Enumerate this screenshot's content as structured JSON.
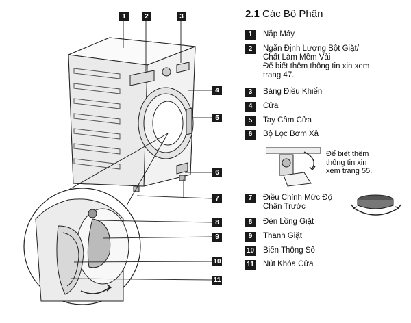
{
  "heading": {
    "number": "2.1",
    "title": "Các Bộ Phận"
  },
  "items": [
    {
      "num": "1",
      "lines": [
        "Nắp Máy"
      ]
    },
    {
      "num": "2",
      "lines": [
        "Ngăn  Định Lượng Bột Giặt/",
        "Chất Làm Mềm Vải",
        "Để biết thêm thông tin xin xem",
        "trang 47."
      ]
    },
    {
      "num": "3",
      "lines": [
        "Bảng Điều Khiển"
      ]
    },
    {
      "num": "4",
      "lines": [
        "Cửa"
      ]
    },
    {
      "num": "5",
      "lines": [
        "Tay Cầm Cửa"
      ]
    },
    {
      "num": "6",
      "lines": [
        "Bộ Lọc Bơm Xả"
      ]
    },
    {
      "num": "7",
      "lines": [
        "Điều Chỉnh Mức Độ",
        "Chân Trước"
      ]
    },
    {
      "num": "8",
      "lines": [
        "Đèn Lồng Giặt"
      ]
    },
    {
      "num": "9",
      "lines": [
        "Thanh Giặt"
      ]
    },
    {
      "num": "10",
      "lines": [
        "Biển Thông Số"
      ]
    },
    {
      "num": "11",
      "lines": [
        "Nút Khóa Cửa"
      ]
    }
  ],
  "filter_note": [
    "Để biết thêm",
    "thông tin xin",
    "xem trang 55."
  ],
  "callouts": [
    "1",
    "2",
    "3",
    "4",
    "5",
    "6",
    "7",
    "8",
    "9",
    "10",
    "11"
  ]
}
